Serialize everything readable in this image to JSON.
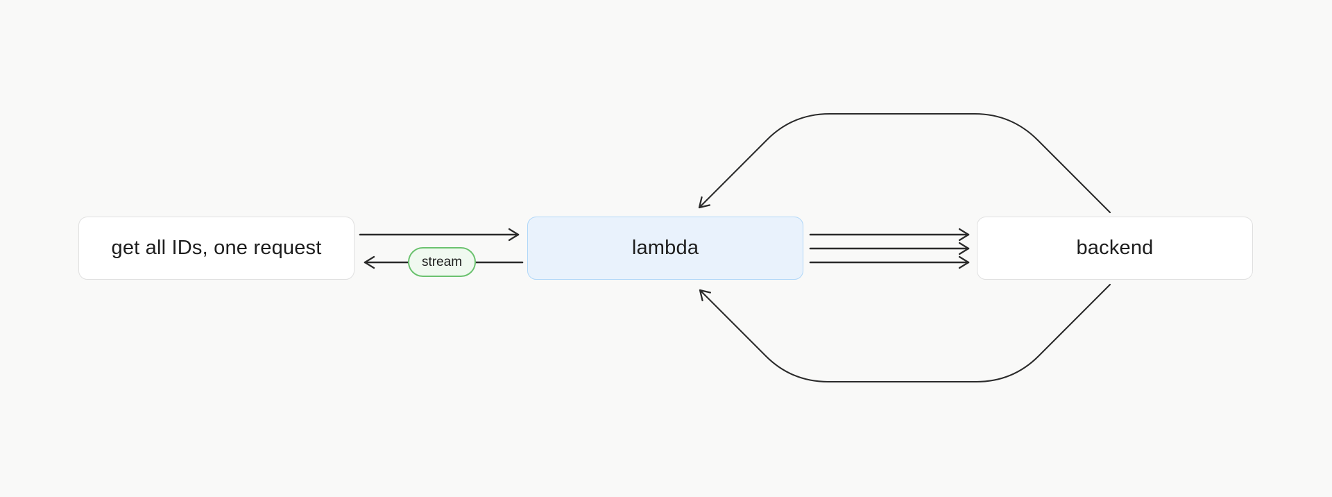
{
  "canvas": {
    "background": "#f9f9f8",
    "stroke_color": "#2a2a2a"
  },
  "nodes": [
    {
      "id": "request",
      "label": "get all IDs, one request",
      "fill": "#ffffff",
      "border": "#e0e0e0"
    },
    {
      "id": "lambda",
      "label": "lambda",
      "fill": "#e9f2fc",
      "border": "#b0d7f8"
    },
    {
      "id": "backend",
      "label": "backend",
      "fill": "#ffffff",
      "border": "#e0e0e0"
    }
  ],
  "edges": [
    {
      "from": "request",
      "to": "lambda",
      "style": "straight-arrow"
    },
    {
      "from": "lambda",
      "to": "request",
      "style": "straight-arrow",
      "label": "stream",
      "label_fill": "#f0f9f0",
      "label_border": "#6bc26f"
    },
    {
      "from": "lambda",
      "to": "backend",
      "style": "straight-arrow-triple-1"
    },
    {
      "from": "lambda",
      "to": "backend",
      "style": "straight-arrow-triple-2"
    },
    {
      "from": "lambda",
      "to": "backend",
      "style": "straight-arrow-triple-3"
    },
    {
      "from": "backend",
      "to": "lambda",
      "style": "curved-arrow-over-top"
    },
    {
      "from": "backend",
      "to": "lambda",
      "style": "curved-arrow-under-bottom"
    }
  ]
}
